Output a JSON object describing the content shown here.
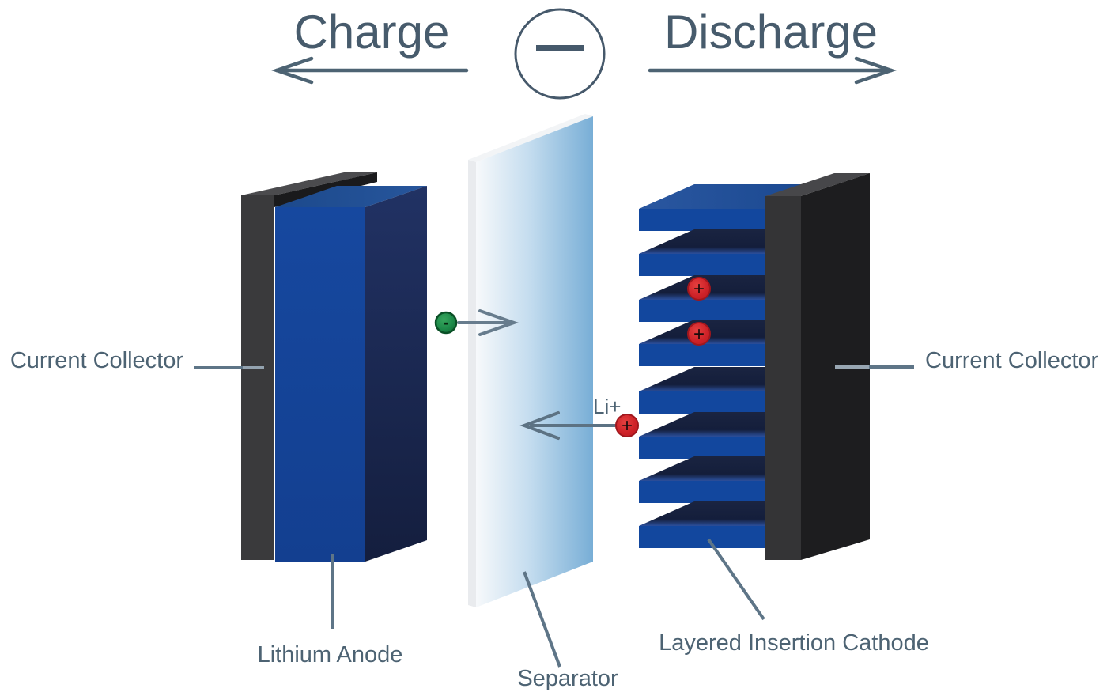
{
  "diagram": {
    "titles": {
      "charge": "Charge",
      "discharge": "Discharge"
    },
    "labels": {
      "current_collector_left": "Current Collector",
      "lithium_anode": "Lithium Anode",
      "separator": "Separator",
      "layered_insertion_cathode": "Layered Insertion Cathode",
      "current_collector_right": "Current Collector",
      "lithium_ion": "Li+"
    },
    "particles": {
      "electron": {
        "symbol": "-",
        "color": "#1e8b4a"
      },
      "lithium_ion": {
        "symbol": "+",
        "color": "#ce2228",
        "count": 3
      }
    },
    "cathode": {
      "layer_count": 8
    },
    "colors": {
      "label_text": "#4d6373",
      "title_text": "#475b6c",
      "electrode_blue": "#14479e",
      "dark_navy": "#18223f",
      "collector_gray": "#3a3a3c",
      "separator_blue": "#78aed6",
      "arrow": "#5e7587"
    }
  }
}
